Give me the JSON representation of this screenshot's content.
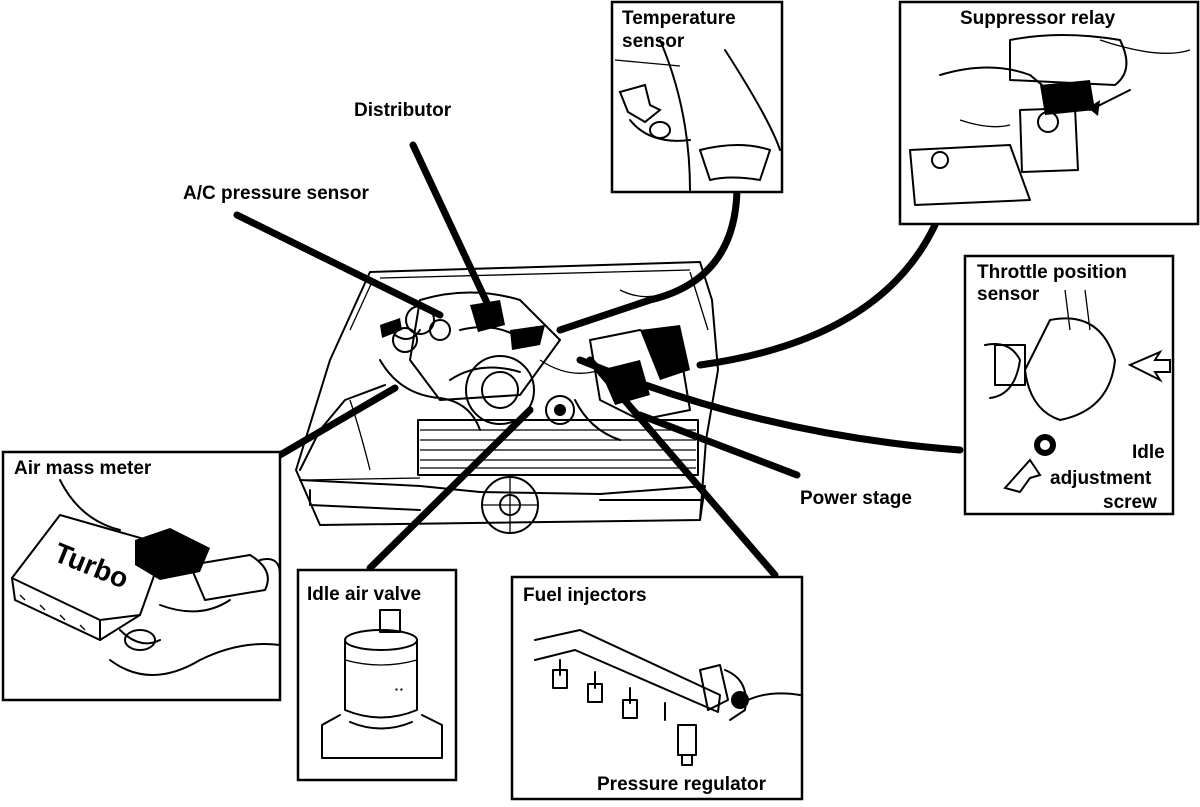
{
  "diagram": {
    "labels": {
      "distributor": "Distributor",
      "ac_pressure_sensor": "A/C pressure sensor",
      "temperature_sensor_line1": "Temperature",
      "temperature_sensor_line2": "sensor",
      "suppressor_relay": "Suppressor relay",
      "throttle_position_line1": "Throttle position",
      "throttle_position_line2": "sensor",
      "idle_adjust_line1": "Idle",
      "idle_adjust_line2": "adjustment",
      "idle_adjust_line3": "screw",
      "power_stage": "Power stage",
      "air_mass_meter": "Air mass meter",
      "turbo_badge": "Turbo",
      "idle_air_valve": "Idle air valve",
      "fuel_injectors": "Fuel injectors",
      "pressure_regulator": "Pressure regulator"
    },
    "colors": {
      "ink": "#000000",
      "paper": "#ffffff"
    }
  }
}
